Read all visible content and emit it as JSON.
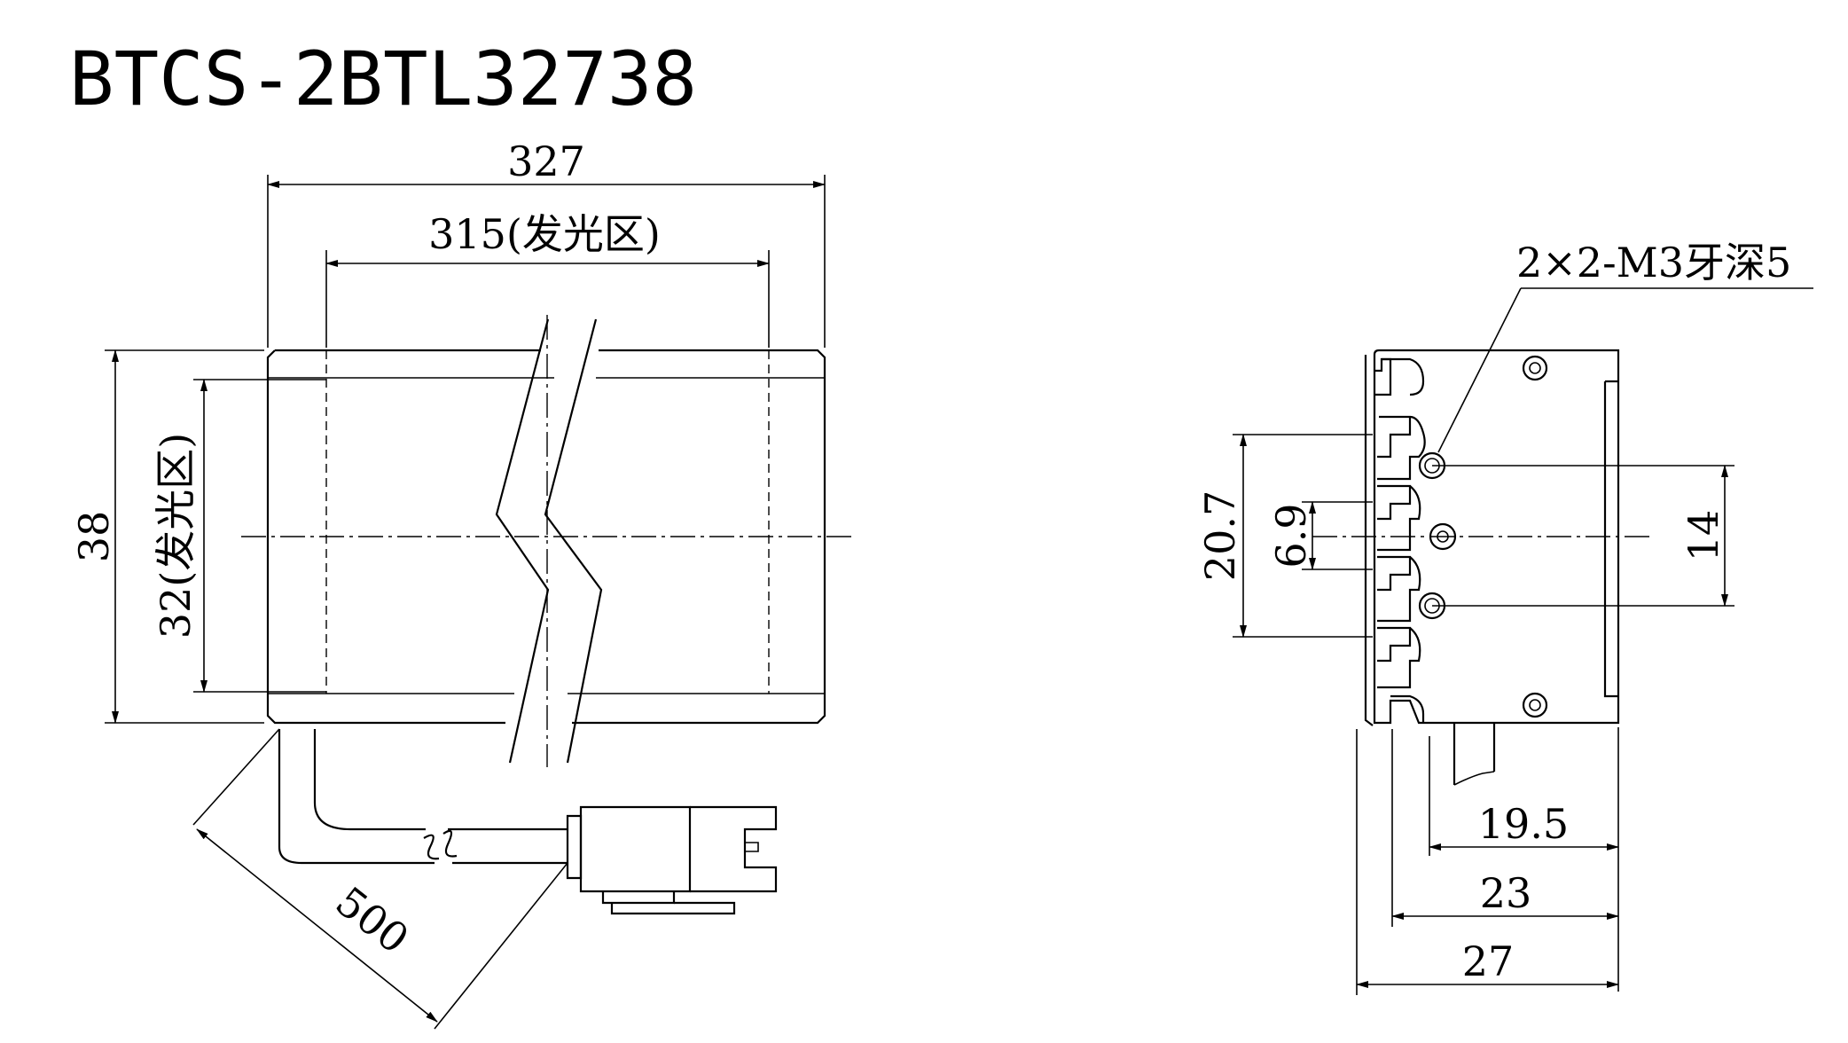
{
  "title": "BTCS-2BTL32738",
  "front_view": {
    "dim_overall_length": "327",
    "dim_emitting_length": "315(发光区)",
    "dim_overall_height": "38",
    "dim_emitting_height": "32(发光区)",
    "dim_cable_length": "500"
  },
  "side_view": {
    "thread_note": "2×2-M3牙深5",
    "dim_hole_span": "20.7",
    "dim_hole_pitch": "6.9",
    "dim_hole_outer": "14",
    "dim_w1": "19.5",
    "dim_w2": "23",
    "dim_w3": "27"
  },
  "colors": {
    "line": "#000000",
    "background": "#ffffff"
  }
}
